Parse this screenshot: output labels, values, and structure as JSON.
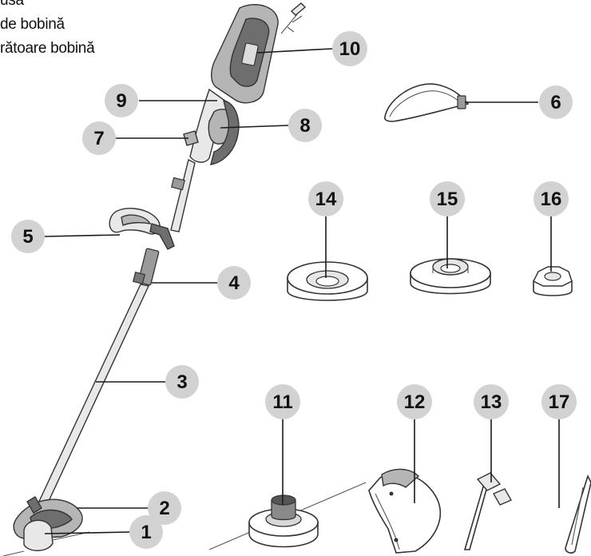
{
  "legend": {
    "lines": [
      "usă",
      "de bobină",
      "rătoare bobină"
    ]
  },
  "callouts": [
    {
      "id": "c1",
      "label": "1"
    },
    {
      "id": "c2",
      "label": "2"
    },
    {
      "id": "c3",
      "label": "3"
    },
    {
      "id": "c4",
      "label": "4"
    },
    {
      "id": "c5",
      "label": "5"
    },
    {
      "id": "c6",
      "label": "6"
    },
    {
      "id": "c7",
      "label": "7"
    },
    {
      "id": "c8",
      "label": "8"
    },
    {
      "id": "c9",
      "label": "9"
    },
    {
      "id": "c10",
      "label": "10"
    },
    {
      "id": "c11",
      "label": "11"
    },
    {
      "id": "c12",
      "label": "12"
    },
    {
      "id": "c13",
      "label": "13"
    },
    {
      "id": "c14",
      "label": "14"
    },
    {
      "id": "c15",
      "label": "15"
    },
    {
      "id": "c16",
      "label": "16"
    },
    {
      "id": "c17",
      "label": "17"
    }
  ],
  "colors": {
    "callout_fill": "#d2d2d2",
    "line": "#1a1a1a",
    "background": "#ffffff"
  }
}
